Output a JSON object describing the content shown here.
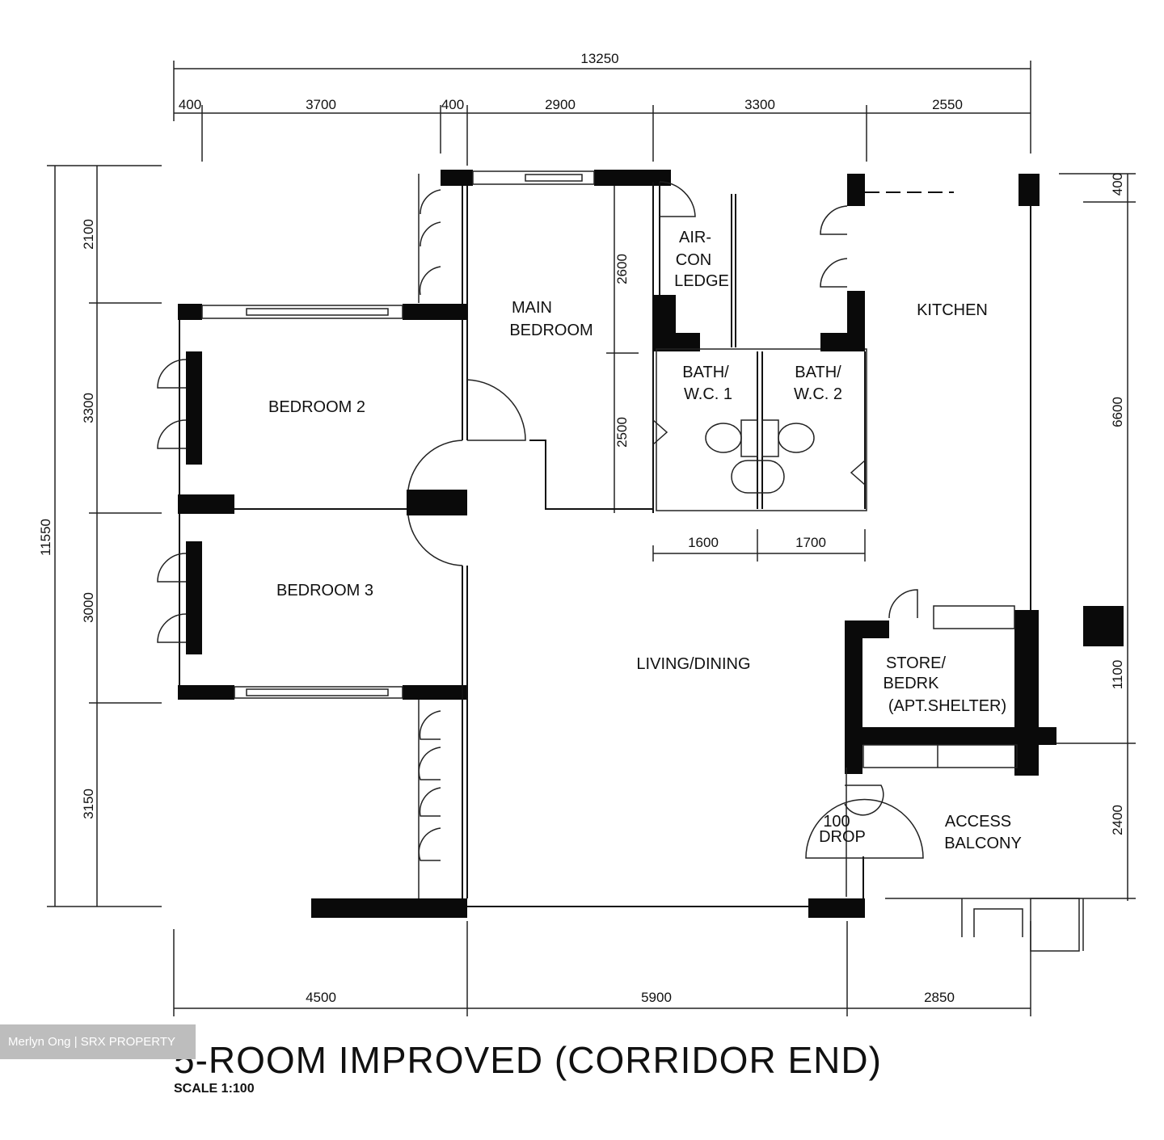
{
  "title": "5-ROOM IMPROVED (CORRIDOR END)",
  "scale": "SCALE 1:100",
  "watermark": "Merlyn Ong | SRX PROPERTY",
  "rooms": {
    "main_bedroom": [
      "MAIN",
      "BEDROOM"
    ],
    "bedroom_2": "BEDROOM 2",
    "bedroom_3": "BEDROOM 3",
    "aircon_ledge": [
      "AIR-",
      "CON",
      "LEDGE"
    ],
    "bath_1": [
      "BATH/",
      "W.C. 1"
    ],
    "bath_2": [
      "BATH/",
      "W.C. 2"
    ],
    "kitchen": "KITCHEN",
    "living_dining": "LIVING/DINING",
    "store": [
      "STORE/",
      "BEDRK",
      "(APT.SHELTER)"
    ],
    "access_balcony": [
      "ACCESS",
      "BALCONY"
    ],
    "refuse": [
      "100",
      "DROP"
    ]
  },
  "dimensions": {
    "top_total": "13250",
    "top": [
      "400",
      "3700",
      "400",
      "2900",
      "3300",
      "2550"
    ],
    "left_total": "11550",
    "left": [
      "2100",
      "3300",
      "3000",
      "3150"
    ],
    "right": [
      "400",
      "6600",
      "1100",
      "2400"
    ],
    "bottom": [
      "4500",
      "5900",
      "2850"
    ],
    "main_bedroom": [
      "2600",
      "2500"
    ],
    "bath": [
      "1600",
      "1700"
    ]
  }
}
